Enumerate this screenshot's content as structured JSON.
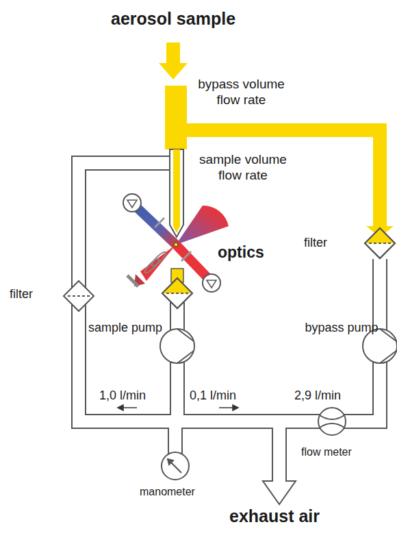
{
  "diagram": {
    "labels": [
      "aerosol sample",
      "bypass volume flow rate",
      "sample volume flow rate",
      "optics",
      "filter",
      "filter",
      "sample pump",
      "bypass pump",
      "1,0 l/min",
      "0,1 l/min",
      "2,9 l/min",
      "flow meter",
      "manometer",
      "exhaust air"
    ]
  }
}
